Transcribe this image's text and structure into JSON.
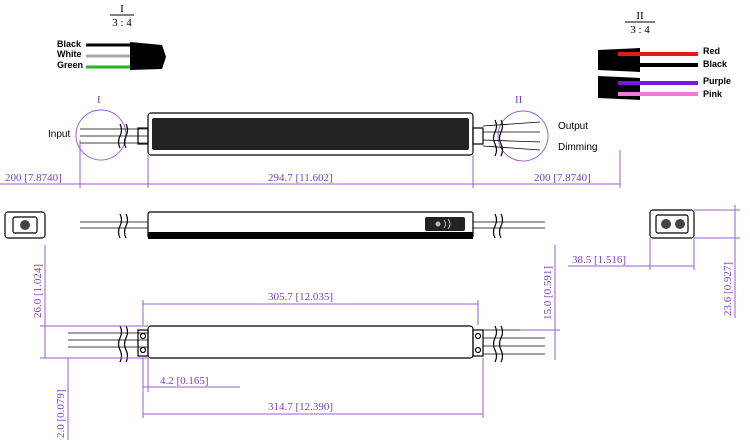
{
  "detail_i": {
    "label": "I",
    "scale": "3 : 4"
  },
  "detail_ii": {
    "label": "II",
    "scale": "3 : 4"
  },
  "input_wires": {
    "black": "Black",
    "white": "White",
    "green": "Green"
  },
  "output_wires": {
    "red": "Red",
    "black": "Black",
    "purple": "Purple",
    "pink": "Pink"
  },
  "top_view": {
    "input_label": "Input",
    "output_label": "Output",
    "dimming_label": "Dimming",
    "circle_i": "I",
    "circle_ii": "II",
    "dim_left": "200 [7.8740]",
    "dim_center": "294.7 [11.602]",
    "dim_right": "200 [7.8740]"
  },
  "end_view": {
    "dim_width": "38.5 [1.516]",
    "dim_height": "23.6 [0.927]"
  },
  "bottom_view": {
    "dim_inner_length": "305.7 [12.035]",
    "dim_total_length": "314.7 [12.390]",
    "dim_mount_offset": "4.2 [0.165]",
    "dim_height": "26.0 [1.024]",
    "dim_right_height": "15.0 [0.591]",
    "dim_flange": "2.0 [0.079]"
  },
  "colors": {
    "dimension": "#7a3fb8",
    "wire_red": "#e01b1b",
    "wire_green": "#22b622",
    "wire_purple": "#7a18d8",
    "wire_pink": "#f07ad8"
  }
}
